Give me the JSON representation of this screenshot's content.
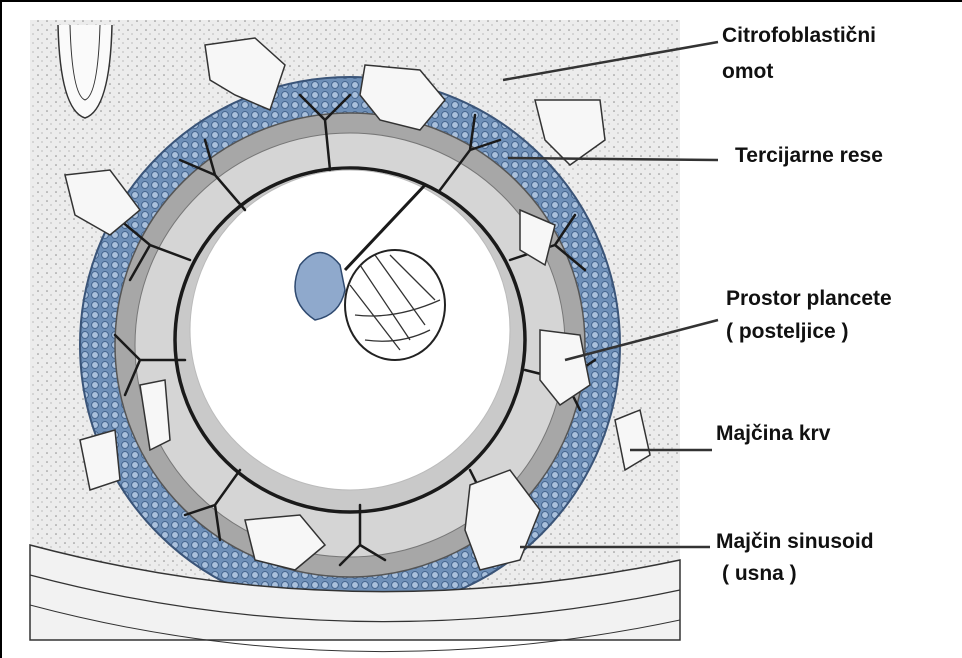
{
  "labels": {
    "cytotrophoblast": [
      "Citrofoblastični",
      "omot"
    ],
    "tertiary_villi": "Tercijarne rese",
    "placental_space": [
      "Prostor plancete",
      "( posteljice )"
    ],
    "maternal_blood": "Majčina krv",
    "maternal_sinusoid": [
      "Majčin sinusoid",
      "( usna )"
    ]
  },
  "colors": {
    "trophoblast_blue": "#6f90b8",
    "tissue_gray": "#9c9c9c",
    "vessel_dark": "#1a1a1a",
    "background_stipple": "#e6e6e6",
    "cavity": "#ffffff"
  }
}
